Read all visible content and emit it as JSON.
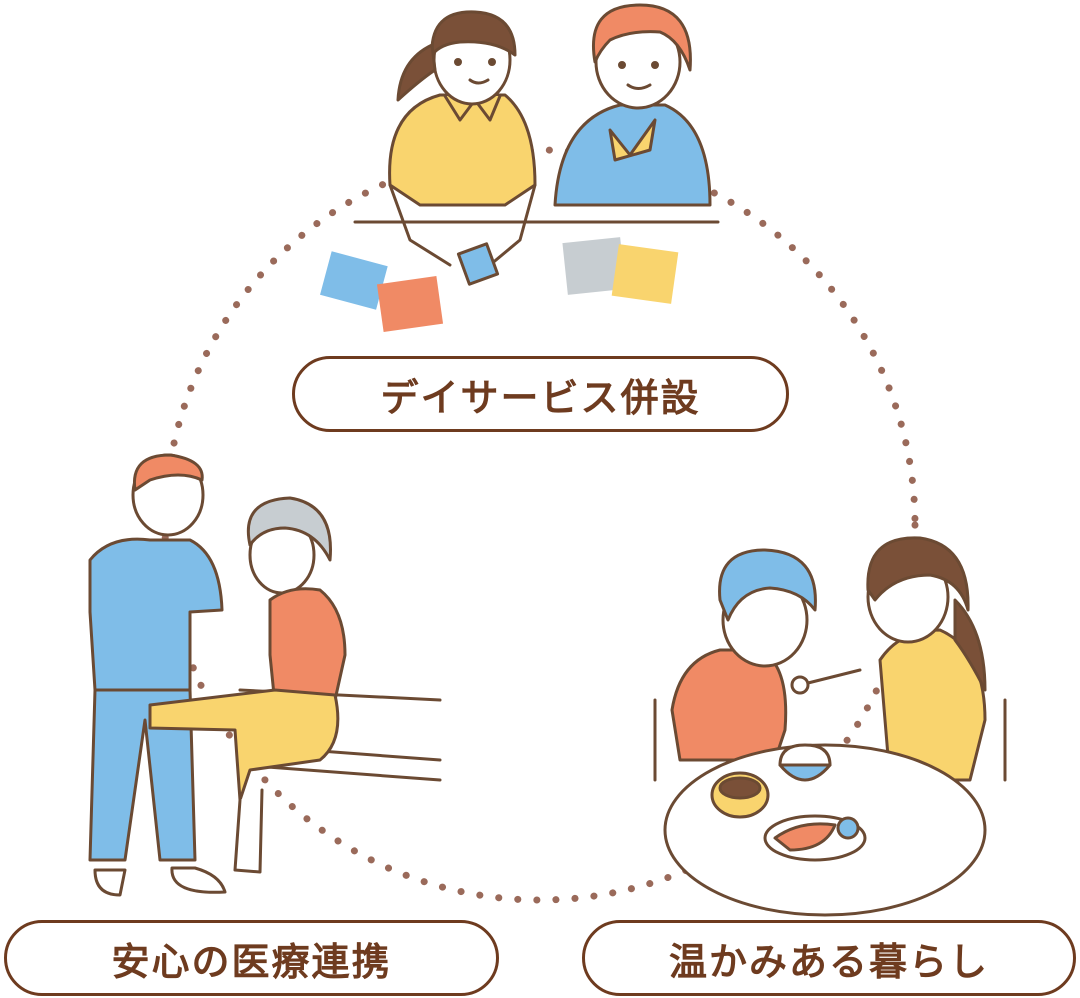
{
  "labels": {
    "day_service": "デイサービス併設",
    "medical": "安心の医療連携",
    "living": "温かみある暮らし"
  },
  "colors": {
    "label_border": "#6e3b1f",
    "label_text": "#6e3b1f",
    "dotted_circle": "#9a6a5a",
    "skin": "#ffffff",
    "yellow": "#f9d46e",
    "blue": "#7fbde8",
    "orange": "#f08a65",
    "brown_hair": "#7a5038",
    "gray": "#c7cdd1",
    "outline": "#6b4a33"
  }
}
